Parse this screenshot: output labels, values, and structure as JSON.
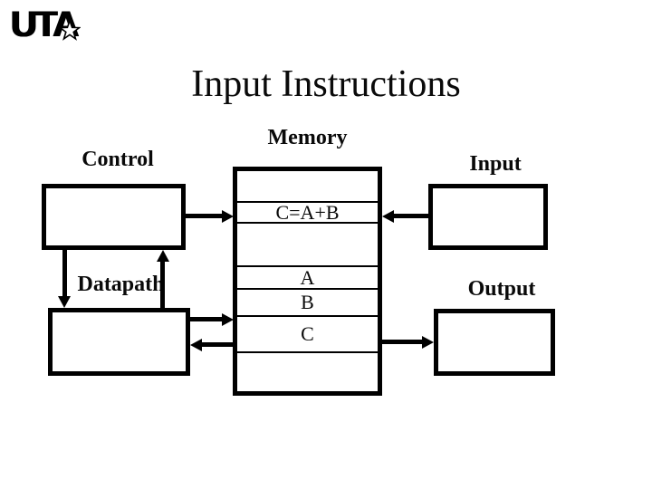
{
  "colors": {
    "ink": "#000000",
    "paper": "#ffffff"
  },
  "logo": {
    "text": "UTA",
    "star_icon": "star"
  },
  "title": "Input Instructions",
  "diagram": {
    "memory": {
      "label": "Memory",
      "cells": [
        "",
        "C=A+B",
        "",
        "A",
        "B",
        "C",
        ""
      ]
    },
    "control": {
      "label": "Control"
    },
    "input": {
      "label": "Input"
    },
    "datapath": {
      "label": "Datapath"
    },
    "output": {
      "label": "Output"
    },
    "connections": [
      {
        "from": "control",
        "to": "memory",
        "direction": "right"
      },
      {
        "from": "input",
        "to": "memory",
        "direction": "left"
      },
      {
        "from": "datapath",
        "to": "memory",
        "direction": "right"
      },
      {
        "from": "memory",
        "to": "datapath",
        "direction": "left"
      },
      {
        "from": "memory",
        "to": "output",
        "direction": "right"
      },
      {
        "from": "control",
        "to": "datapath",
        "direction": "down"
      },
      {
        "from": "datapath",
        "to": "control",
        "direction": "up"
      }
    ]
  }
}
